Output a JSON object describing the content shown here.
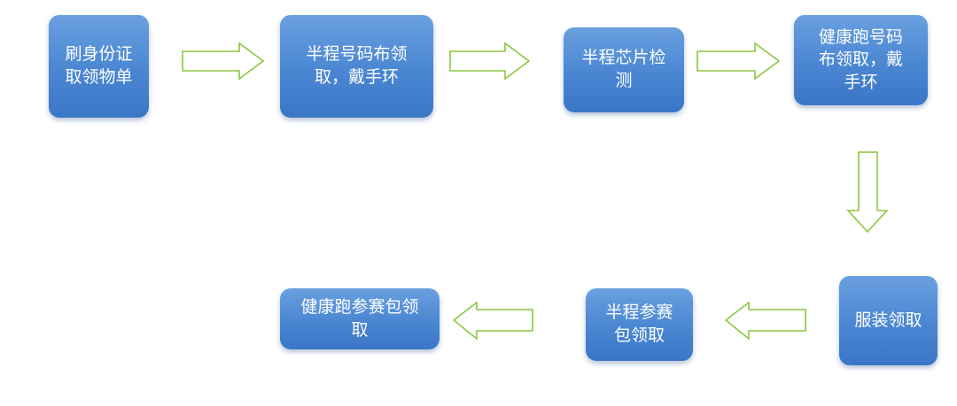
{
  "steps": {
    "s1": "刷身份证\n取领物单",
    "s2": "半程号码布领\n取，戴手环",
    "s3": "半程芯片检\n测",
    "s4": "健康跑号码\n布领取，戴\n手环",
    "s5": "服装领取",
    "s6": "半程参赛\n包领取",
    "s7": "健康跑参赛包领\n取"
  },
  "colors": {
    "box_fill": "#4a86d2",
    "arrow_stroke": "#8cc63f",
    "text": "#ffffff"
  }
}
